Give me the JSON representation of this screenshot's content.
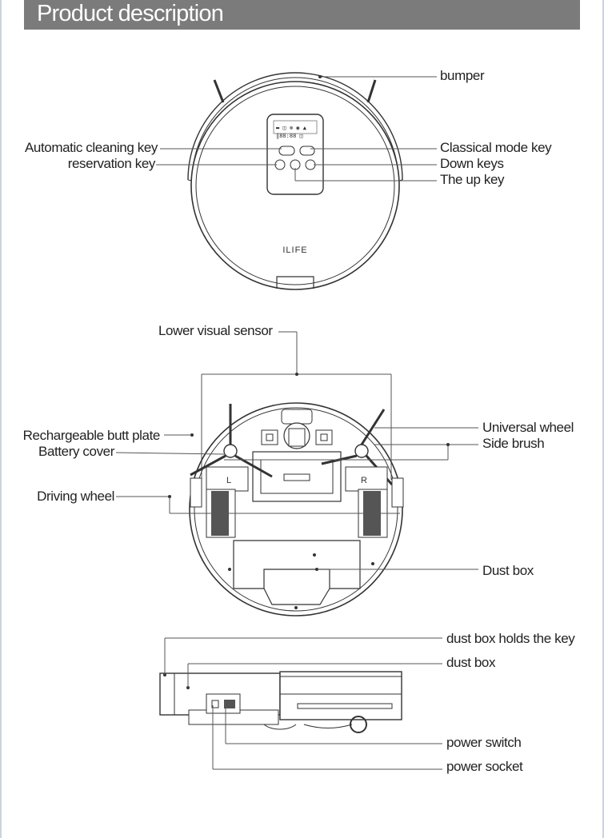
{
  "header": {
    "title": "Product description"
  },
  "top_view": {
    "brand": "ILIFE",
    "labels": {
      "bumper": "bumper",
      "automatic_cleaning_key": "Automatic cleaning key",
      "reservation_key": "reservation key",
      "classical_mode_key": "Classical mode key",
      "down_keys": "Down keys",
      "up_key": "The up key"
    }
  },
  "bottom_view": {
    "labels": {
      "lower_visual_sensor": "Lower visual sensor",
      "rechargeable_butt_plate": "Rechargeable butt plate",
      "battery_cover": "Battery cover",
      "driving_wheel": "Driving wheel",
      "universal_wheel": "Universal wheel",
      "side_brush": "Side brush",
      "dust_box": "Dust box"
    },
    "wheel_marks": {
      "left": "L",
      "right": "R"
    }
  },
  "side_view": {
    "labels": {
      "dust_box_holds_the_key": "dust box holds the key",
      "dust_box": "dust box",
      "power_switch": "power switch",
      "power_socket": "power socket"
    }
  }
}
